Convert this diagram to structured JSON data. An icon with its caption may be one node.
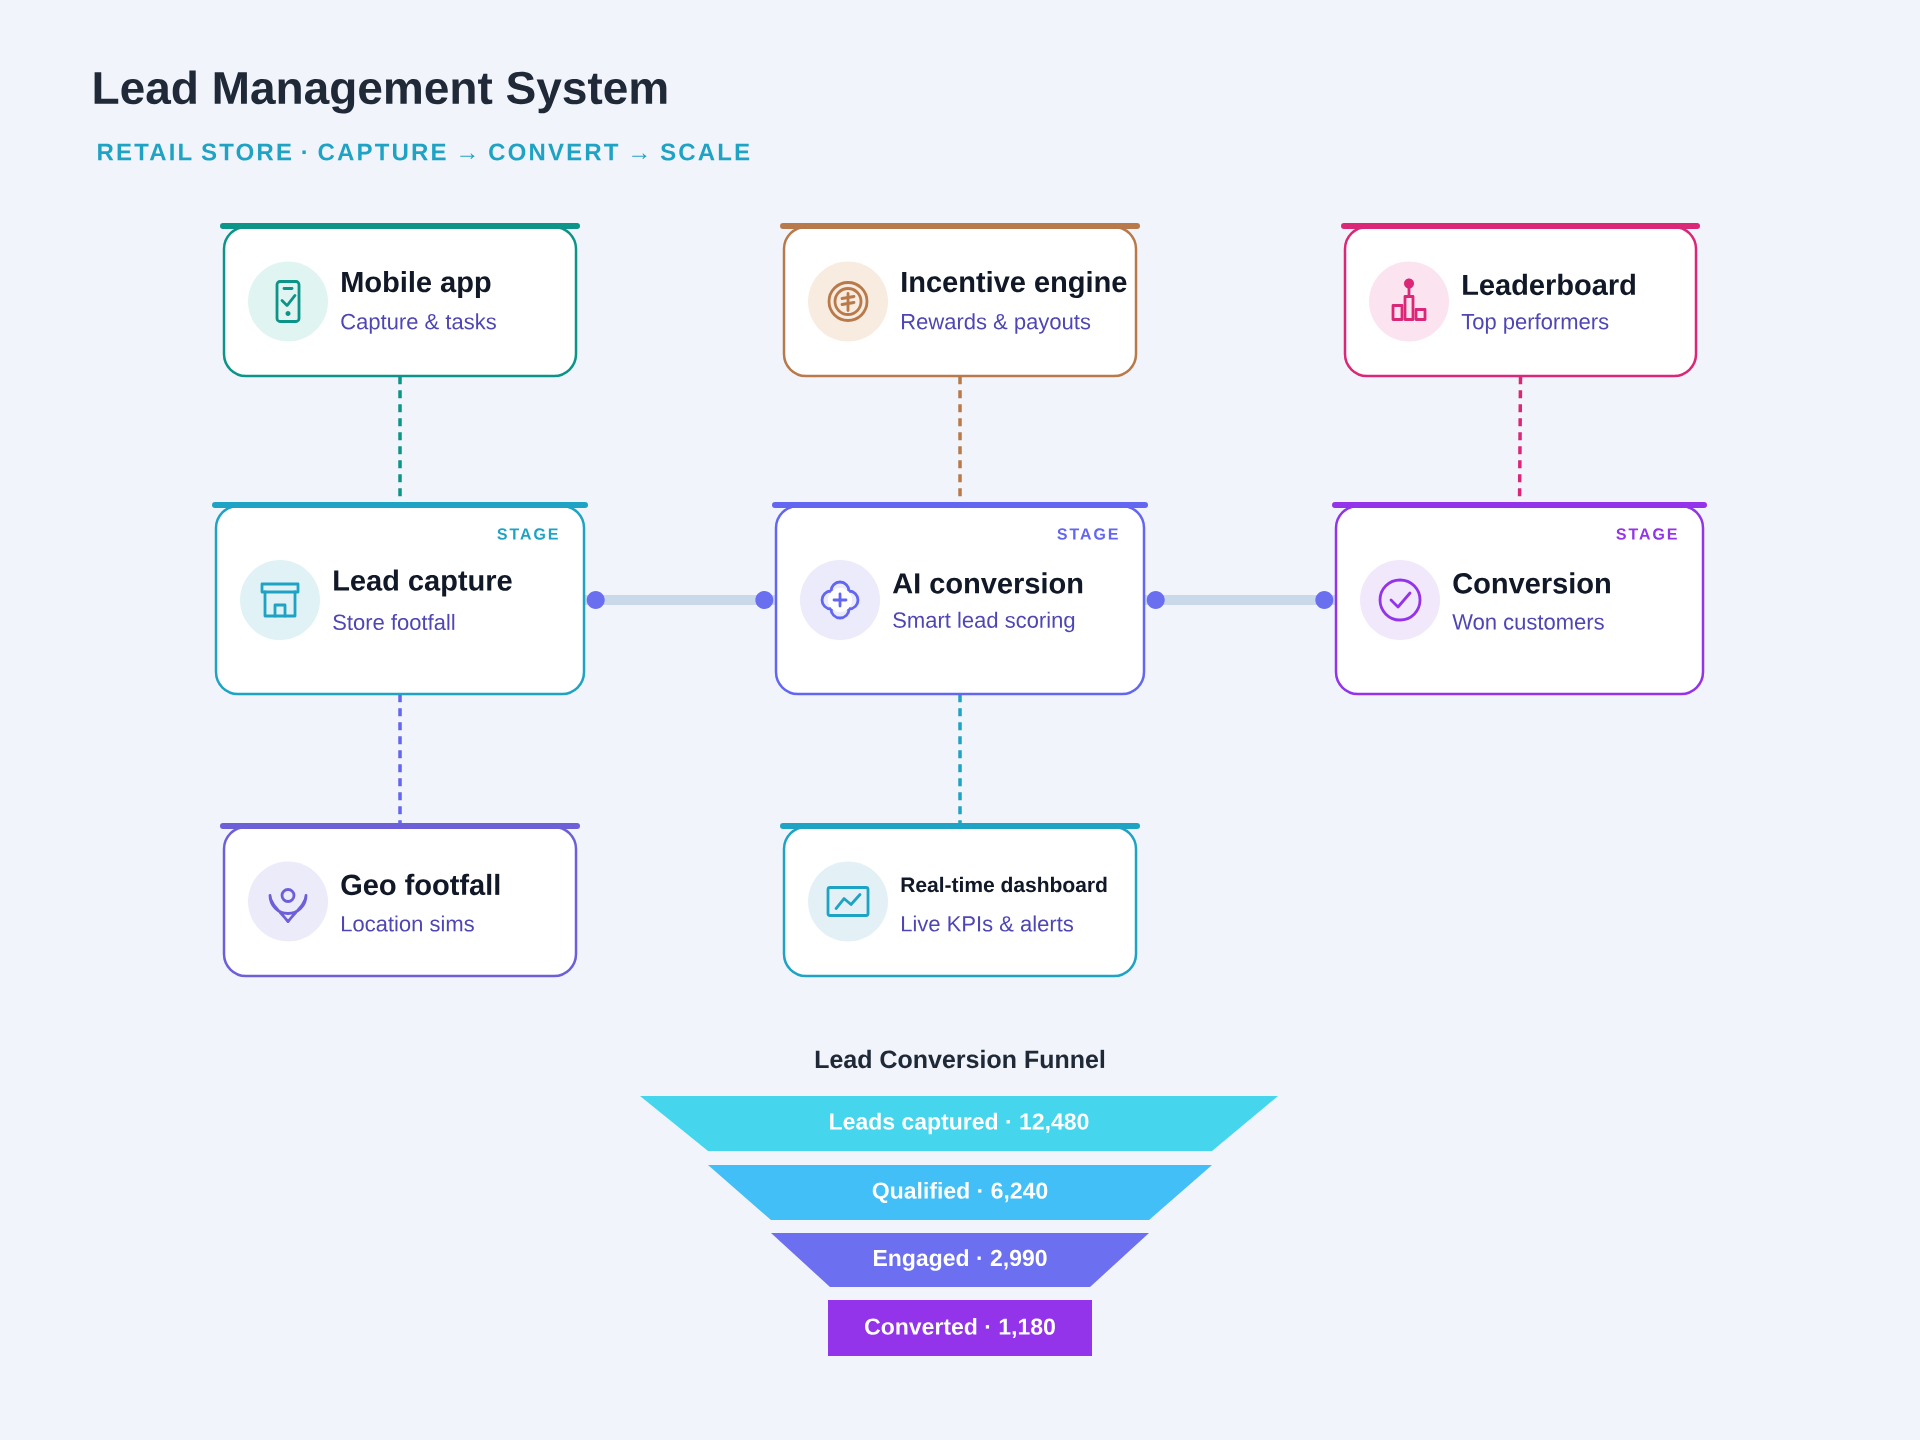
{
  "diagram": {
    "title": "Lead Management System",
    "nodes": [
      {
        "text": [
          "Mobile app",
          "Capture & tasks"
        ]
      },
      {
        "text": [
          "Incentive engine",
          "Rewards & payouts"
        ]
      },
      {
        "text": [
          "Leaderboard",
          "Top performers"
        ]
      },
      {
        "text": [
          "STAGE",
          "Lead capture",
          "Store footfall"
        ]
      },
      {
        "text": [
          "STAGE",
          "AI conversion",
          "Smart lead scoring"
        ]
      },
      {
        "text": [
          "STAGE",
          "Conversion",
          "Won customers"
        ]
      },
      {
        "text": [
          "Geo footfall",
          "Location sims"
        ]
      },
      {
        "text": [
          "Real-time dashboard",
          "Live KPIs & alerts"
        ]
      },
      {
        "text": [
          "Leads captured · 12,480"
        ]
      },
      {
        "text": [
          "Qualified · 6,240"
        ]
      },
      {
        "text": [
          "Engaged · 2,990"
        ]
      },
      {
        "text": [
          "Converted · 1,180"
        ]
      }
    ],
    "edges": [
      {
        "from": 0,
        "to": 3,
        "arrow": "none",
        "style": "dashed",
        "color": "#0d9488"
      },
      {
        "from": 1,
        "to": 4,
        "arrow": "none",
        "style": "dashed",
        "color": "#b87a4b"
      },
      {
        "from": 2,
        "to": 5,
        "arrow": "none",
        "style": "dashed",
        "color": "#db2777"
      },
      {
        "from": 3,
        "to": 4,
        "arrow": "other",
        "style": "thick",
        "color": "#c9d9ea"
      },
      {
        "from": 4,
        "to": 5,
        "arrow": "other",
        "style": "thick",
        "color": "#c9d9ea"
      },
      {
        "from": 3,
        "to": 6,
        "arrow": "none",
        "style": "dashed",
        "color": "#6366f1"
      },
      {
        "from": 4,
        "to": 7,
        "arrow": "none",
        "style": "dashed",
        "color": "#1fa3c4"
      }
    ],
    "labels": [
      "RETAIL STORE · CAPTURE → CONVERT → SCALE",
      "Lead Conversion Funnel"
    ]
  }
}
